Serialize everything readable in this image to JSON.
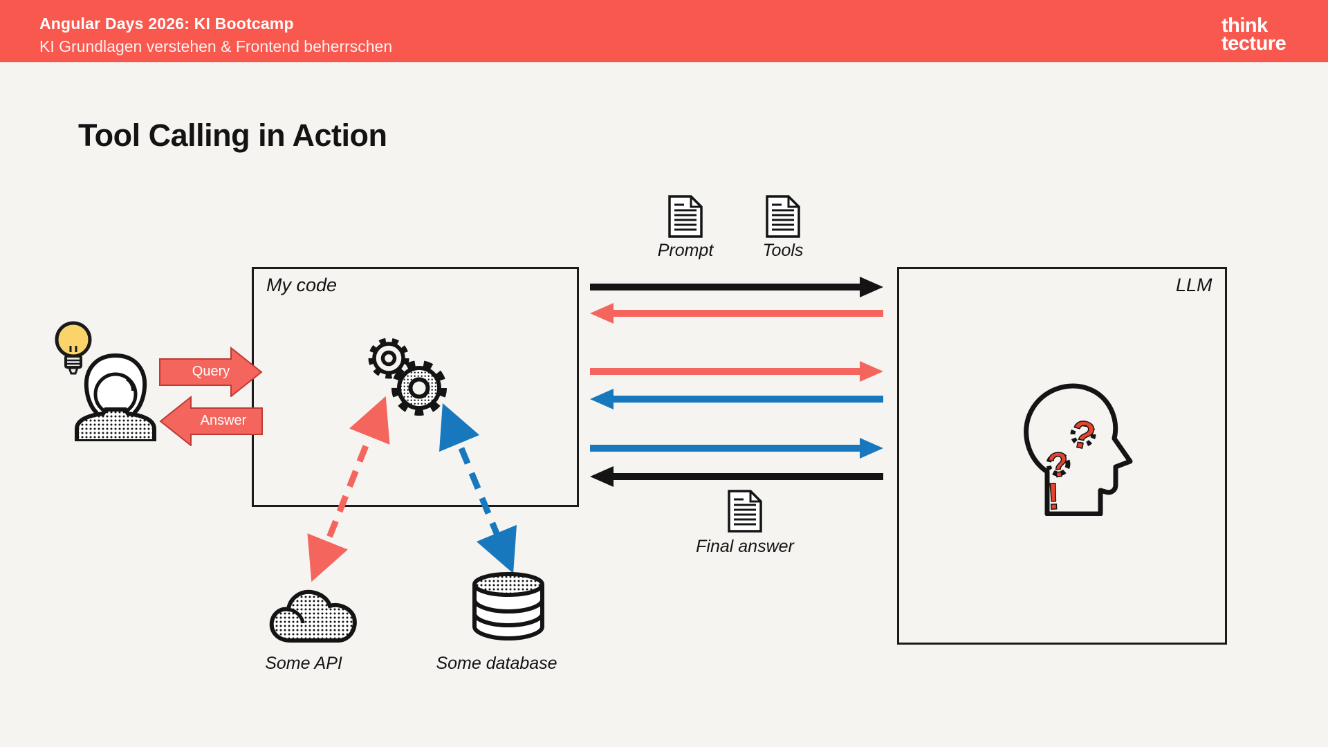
{
  "header": {
    "title": "Angular Days 2026: KI Bootcamp",
    "subtitle": "KI Grundlagen verstehen & Frontend beherrschen",
    "logo": {
      "line1": "think",
      "line2": "tecture"
    }
  },
  "slide": {
    "title": "Tool Calling in Action"
  },
  "labels": {
    "my_code": "My code",
    "llm": "LLM",
    "query": "Query",
    "answer": "Answer",
    "prompt": "Prompt",
    "tools": "Tools",
    "final_answer": "Final answer",
    "some_api": "Some API",
    "some_database": "Some database"
  },
  "icon_glyphs": {
    "question_mark_1": "?",
    "question_mark_2": "?",
    "exclamation": "!"
  },
  "colors": {
    "bg": "#F6F4F1",
    "header_red": "#F8584E",
    "arrow_red": "#F4655D",
    "arrow_blue": "#1878BE",
    "arrow_black": "#141414",
    "block_arrow_border": "#BE3B32",
    "accent_red": "#E8432C",
    "bulb_yellow": "#FBD36B"
  },
  "message_arrows": [
    {
      "color": "black",
      "direction": "right"
    },
    {
      "color": "red",
      "direction": "left"
    },
    {
      "color": "red",
      "direction": "right"
    },
    {
      "color": "blue",
      "direction": "left"
    },
    {
      "color": "blue",
      "direction": "right"
    },
    {
      "color": "black",
      "direction": "left"
    }
  ],
  "dashed_connectors": [
    {
      "color": "red",
      "from": "gears",
      "to": "some-api"
    },
    {
      "color": "blue",
      "from": "gears",
      "to": "some-database"
    }
  ]
}
